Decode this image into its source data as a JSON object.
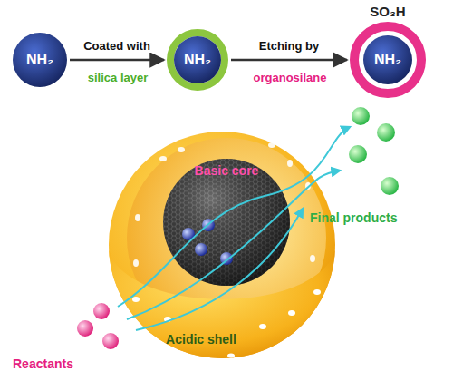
{
  "diagram": {
    "nodes": [
      {
        "text": [
          "NH₂"
        ]
      },
      {
        "text": [
          "NH₂"
        ]
      },
      {
        "text": [
          "SO₃H",
          "NH₂"
        ]
      }
    ],
    "edges": [
      {
        "from": 0,
        "to": 1,
        "arrow": "to",
        "label": "Coated with"
      },
      {
        "from": 1,
        "to": 2,
        "arrow": "to",
        "label": "Etching by"
      }
    ],
    "labels": [
      "silica layer",
      "organosilane",
      "Basic core",
      "Acidic shell",
      "Reactants",
      "Final products"
    ]
  }
}
